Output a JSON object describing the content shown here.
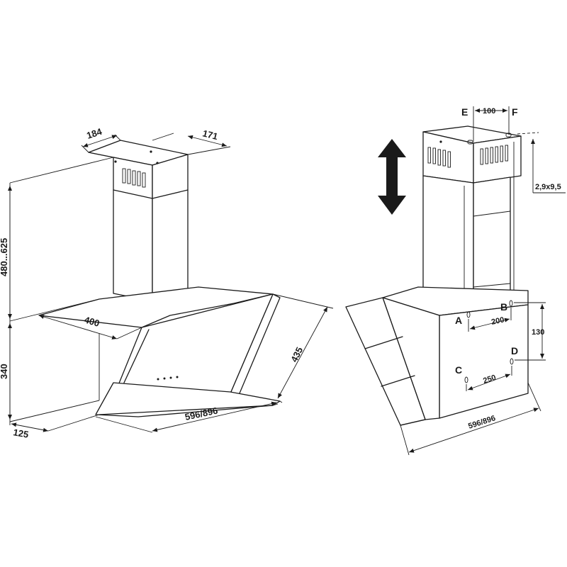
{
  "left_view": {
    "dimensions": {
      "chimney_depth": "184",
      "chimney_width": "171",
      "chimney_height": "480...625",
      "body_depth": "400",
      "body_height": "340",
      "glass_height": "435",
      "width": "596/896",
      "base_depth": "125"
    }
  },
  "right_view": {
    "labels": {
      "a": "A",
      "b": "B",
      "c": "C",
      "d": "D",
      "e": "E",
      "f": "F"
    },
    "dimensions": {
      "ef_spacing": "100",
      "screw": "2,9x9,5",
      "ab_spacing": "200",
      "vertical_spacing": "130",
      "cd_spacing": "250",
      "width": "596/896"
    },
    "arrow_icon": "vertical-double-arrow-icon"
  }
}
